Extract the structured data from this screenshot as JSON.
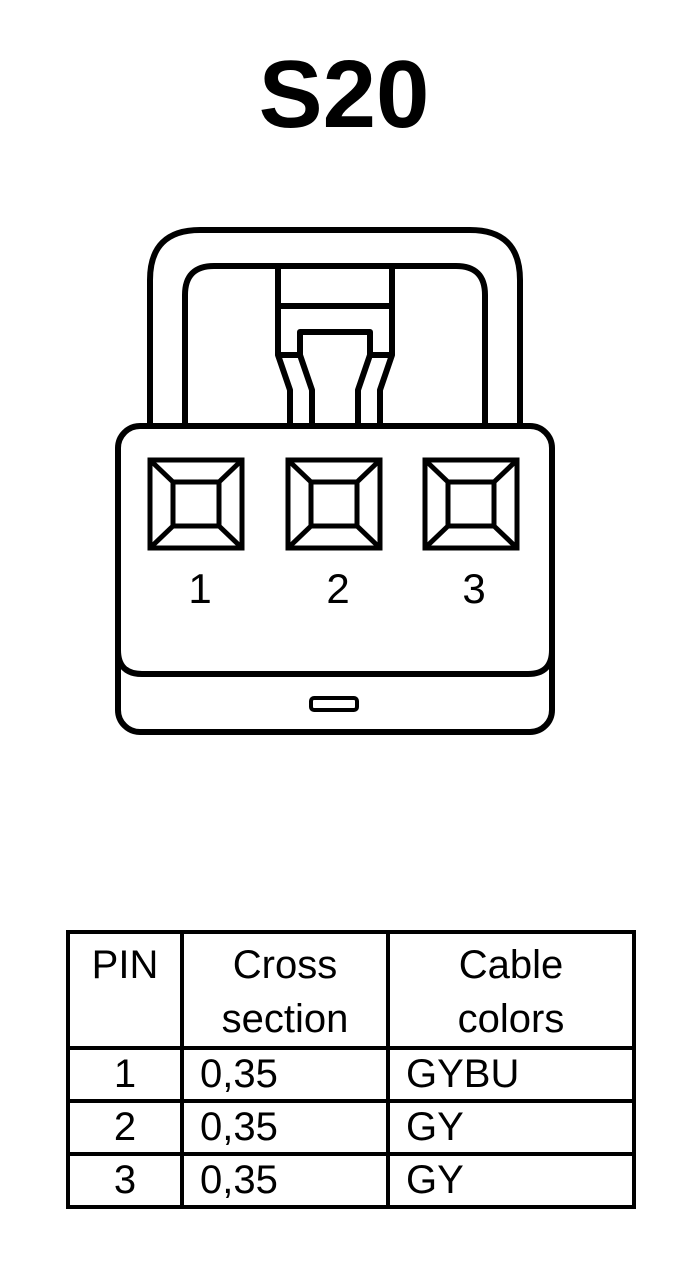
{
  "title": "S20",
  "connector": {
    "pin_labels": [
      "1",
      "2",
      "3"
    ]
  },
  "table": {
    "headers": {
      "pin": "PIN",
      "cross_section": [
        "Cross",
        "section"
      ],
      "cable_colors": [
        "Cable",
        "colors"
      ]
    },
    "rows": [
      {
        "pin": "1",
        "cross_section": "0,35",
        "cable_color": "GYBU"
      },
      {
        "pin": "2",
        "cross_section": "0,35",
        "cable_color": "GY"
      },
      {
        "pin": "3",
        "cross_section": "0,35",
        "cable_color": "GY"
      }
    ]
  }
}
